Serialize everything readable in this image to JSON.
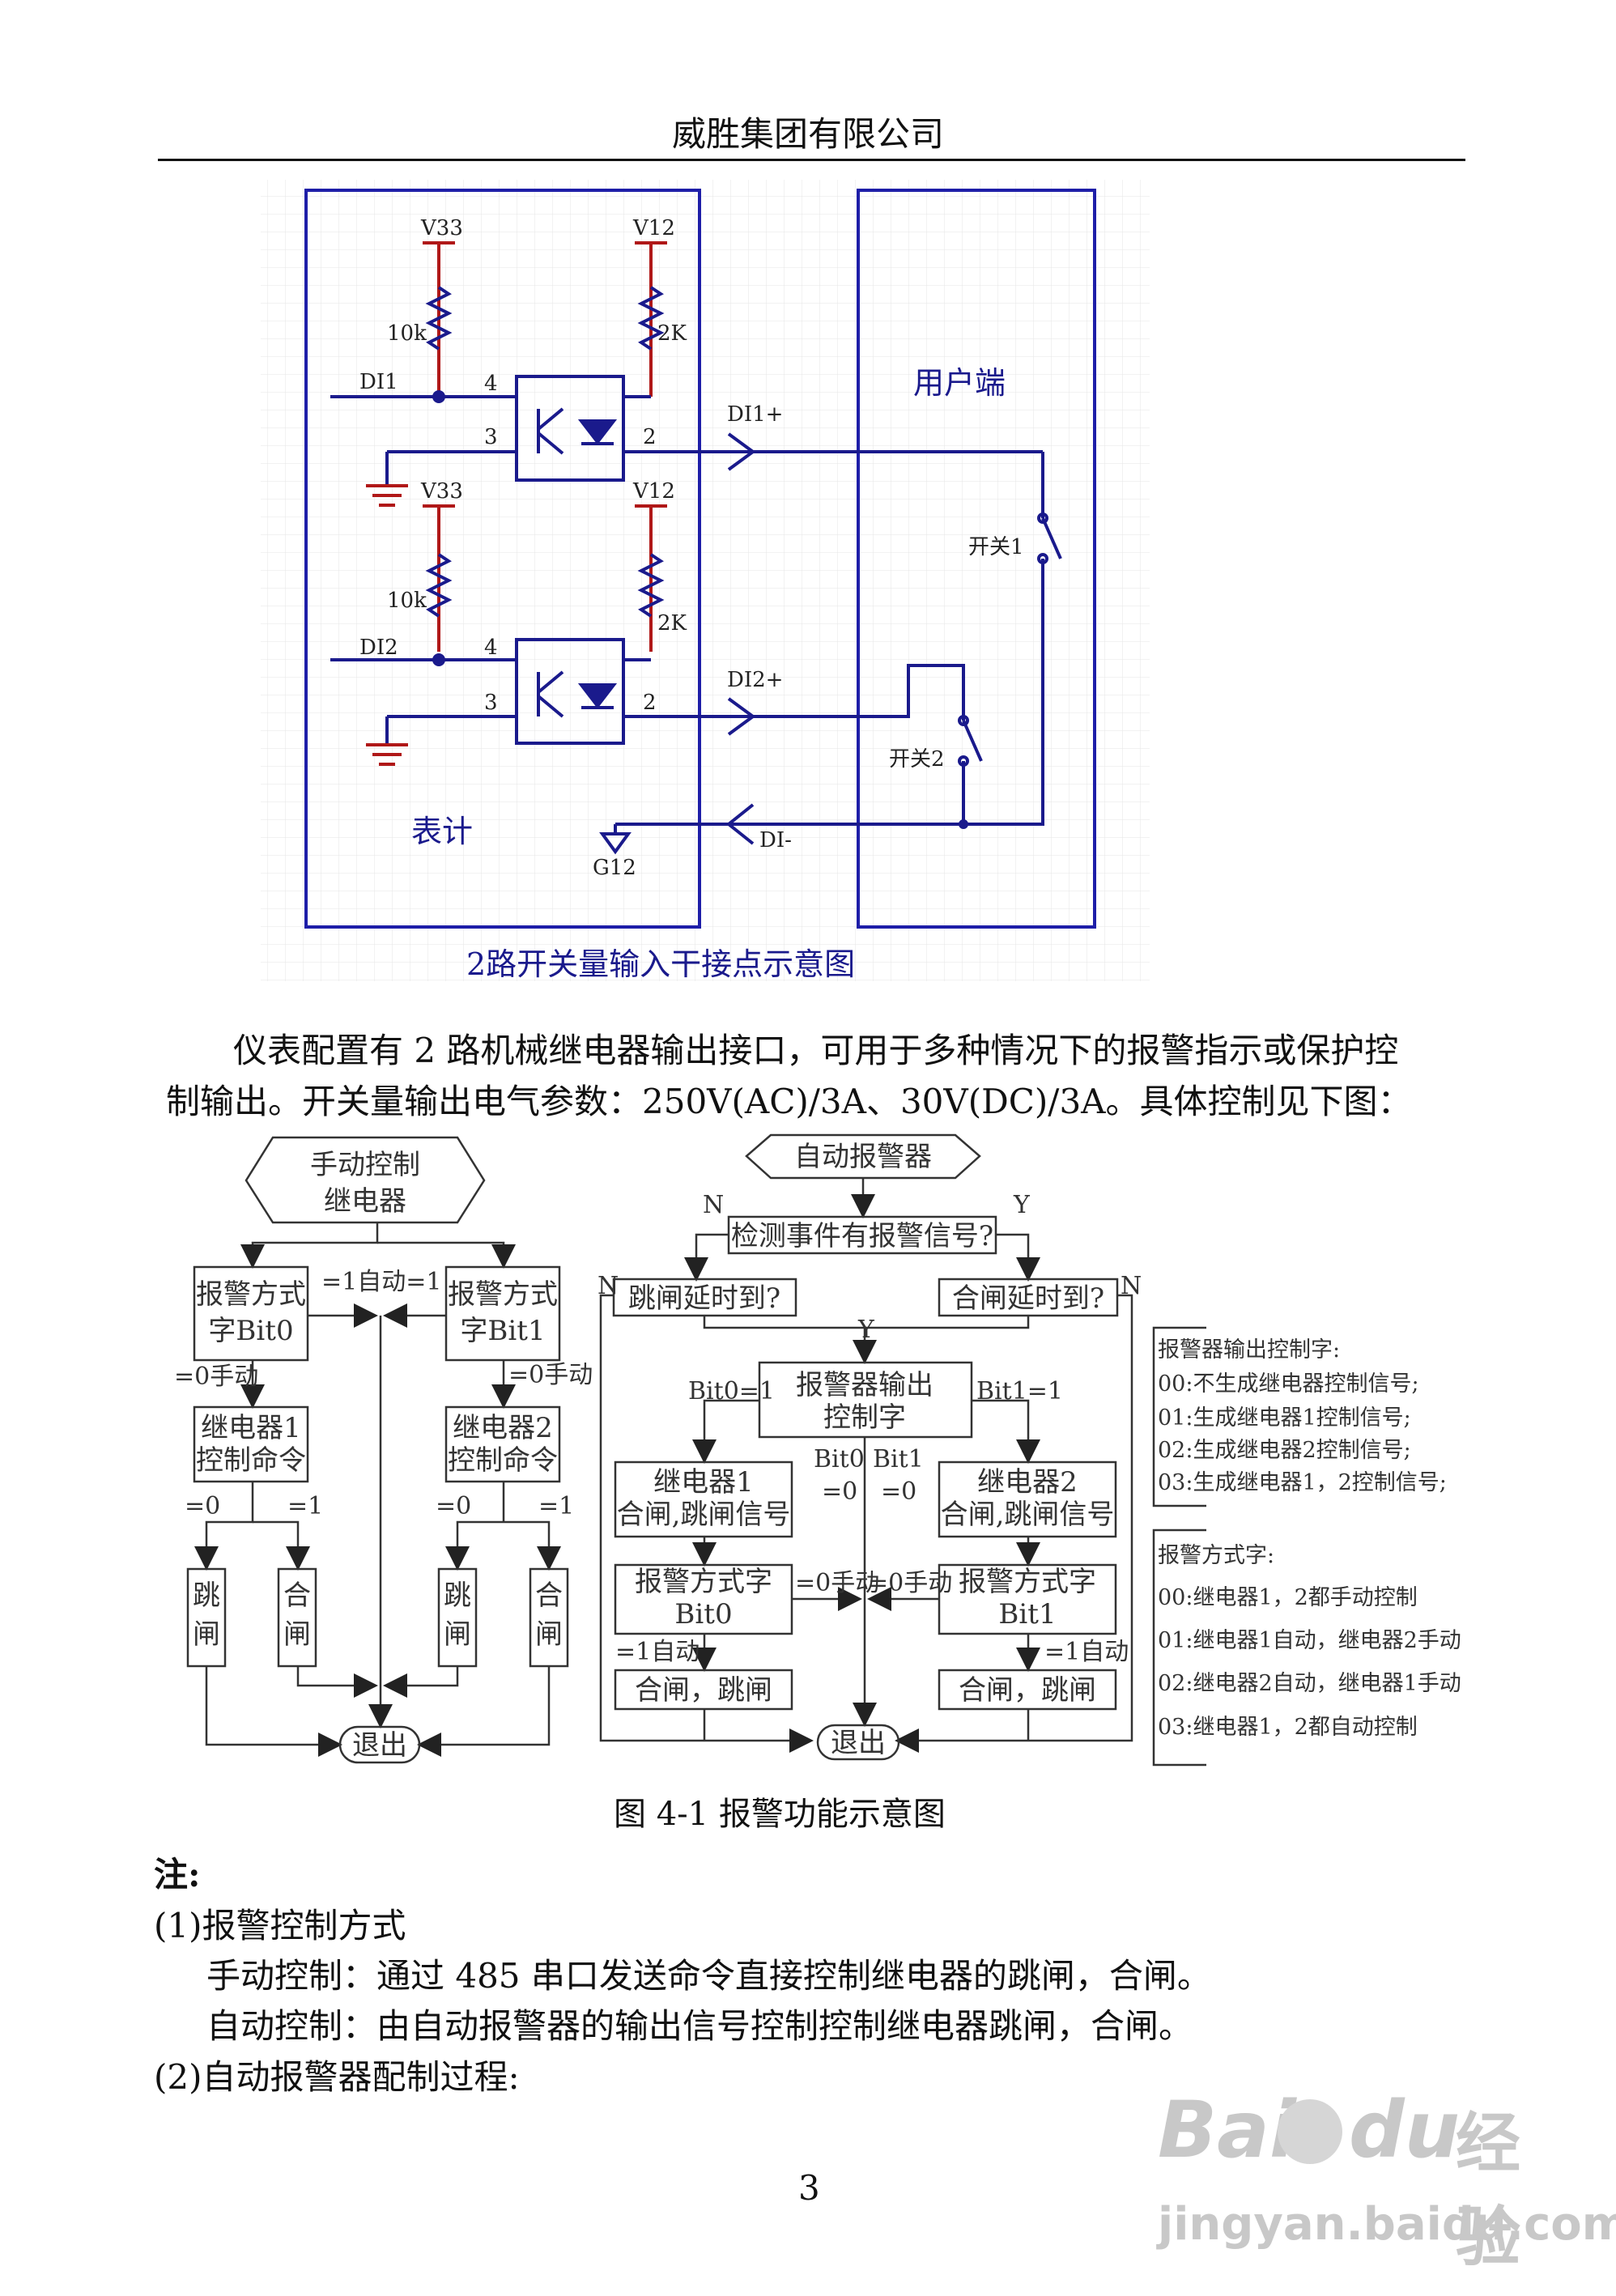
{
  "header": {
    "company": "威胜集团有限公司"
  },
  "circuit": {
    "caption": "2路开关量输入干接点示意图",
    "meter_label": "表计",
    "user_label": "用户端",
    "v33": "V33",
    "v12": "V12",
    "r10k": "10k",
    "r2k": "2K",
    "di1": "DI1",
    "di2": "DI2",
    "pin4": "4",
    "pin3": "3",
    "pin2": "2",
    "di1p": "DI1+",
    "di2p": "DI2+",
    "dim": "DI-",
    "g12": "G12",
    "sw1": "开关1",
    "sw2": "开关2"
  },
  "para1": {
    "line1": "仪表配置有 2 路机械继电器输出接口，可用于多种情况下的报警指示或保护控",
    "line2": "制输出。开关量输出电气参数：250V(AC)/3A、30V(DC)/3A。具体控制见下图："
  },
  "flow_left": {
    "start_line1": "手动控制",
    "start_line2": "继电器",
    "mode0_line1": "报警方式",
    "mode0_line2": "字Bit0",
    "mode1_line1": "报警方式",
    "mode1_line2": "字Bit1",
    "auto_label": "=1自动=1",
    "manual0": "=0手动",
    "manual1": "=0手动",
    "relay1_line1": "继电器1",
    "relay1_line2": "控制命令",
    "relay2_line1": "继电器2",
    "relay2_line2": "控制命令",
    "eq0": "=0",
    "eq1": "=1",
    "trip1": "跳",
    "trip2": "闸",
    "close1": "合",
    "close2": "闸",
    "exit": "退出"
  },
  "flow_right": {
    "start": "自动报警器",
    "n": "N",
    "y": "Y",
    "detect": "检测事件有报警信号?",
    "trip_delay": "跳闸延时到?",
    "close_delay": "合闸延时到?",
    "ctrl_line1": "报警器输出",
    "ctrl_line2": "控制字",
    "bit0_eq1": "Bit0=1",
    "bit1_eq1": "Bit1=1",
    "bit0": "Bit0",
    "bit1": "Bit1",
    "eq0": "=0",
    "relay1_line1": "继电器1",
    "relay1_line2": "合闸,跳闸信号",
    "relay2_line1": "继电器2",
    "relay2_line2": "合闸,跳闸信号",
    "mode_line1": "报警方式字",
    "mode0_line2": "Bit0",
    "mode1_line2": "Bit1",
    "manual": "=0手动",
    "auto": "=1自动",
    "close_trip": "合闸，跳闸",
    "exit": "退出"
  },
  "legend1": {
    "title": "报警器输出控制字:",
    "items": [
      "00:不生成继电器控制信号;",
      "01:生成继电器1控制信号;",
      "02:生成继电器2控制信号;",
      "03:生成继电器1，2控制信号;"
    ]
  },
  "legend2": {
    "title": "报警方式字:",
    "items": [
      "00:继电器1，2都手动控制",
      "01:继电器1自动，继电器2手动",
      "02:继电器2自动，继电器1手动",
      "03:继电器1，2都自动控制"
    ]
  },
  "figure_caption": "图 4-1  报警功能示意图",
  "notes": {
    "title": "注:",
    "item1": "(1)报警控制方式",
    "manual": "手动控制：通过 485 串口发送命令直接控制继电器的跳闸，合闸。",
    "auto": "自动控制：由自动报警器的输出信号控制控制继电器跳闸，合闸。",
    "item2": "(2)自动报警器配制过程:"
  },
  "page_number": "3",
  "watermark": {
    "brand": "Bai",
    "brand2": "du",
    "brand_cn": "经验",
    "url": "jingyan.baidu.com"
  },
  "colors": {
    "frame": "#1e1ea8",
    "wire": "#1a1a8c",
    "power": "#b01818",
    "grid": "#e8e8e8"
  }
}
